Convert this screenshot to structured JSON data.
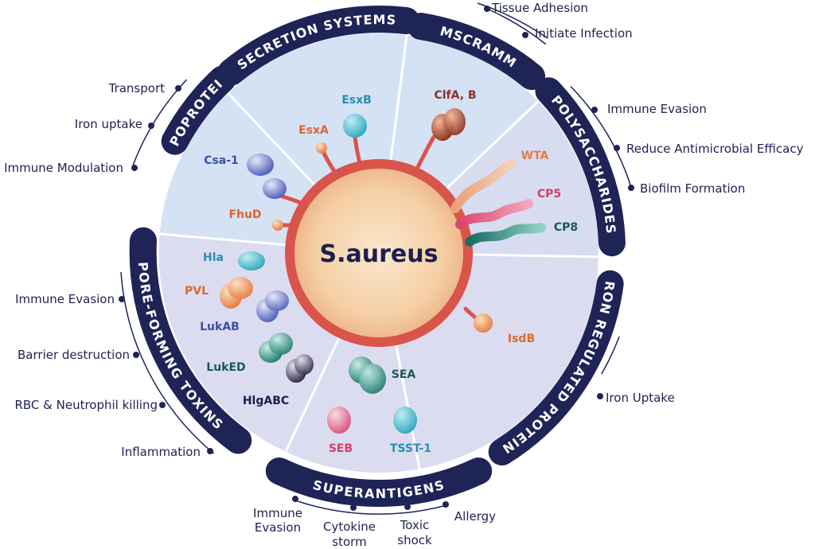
{
  "center": {
    "label": "S.aureus"
  },
  "colors": {
    "ring": "#1f2457",
    "membrane": "#d9544a",
    "cell_inner": "#f6d0a6",
    "blue_sector": "#d4e2f4",
    "purple_sector": "#dcdcf0"
  },
  "categories": {
    "secretion": {
      "label": "SECRETION SYSTEMS"
    },
    "mscramm": {
      "label": "MSCRAMM"
    },
    "polysaccharides": {
      "label": "POLYSACCHARIDES"
    },
    "iron": {
      "label": "IRON REGULATED PROTEINS"
    },
    "superantigens": {
      "label": "SUPERANTIGENS"
    },
    "pore": {
      "label": "PORE-FORMING TOXINS"
    },
    "lipoproteins": {
      "label": "LIPOPROTEINS"
    }
  },
  "factors": {
    "esxb": "EsxB",
    "esxa": "EsxA",
    "clfa": "ClfA, B",
    "wta": "WTA",
    "cp5": "CP5",
    "cp8": "CP8",
    "isdb": "IsdB",
    "sea": "SEA",
    "seb": "SEB",
    "tsst": "TSST-1",
    "hla": "Hla",
    "pvl": "PVL",
    "lukab": "LukAB",
    "luked": "LukED",
    "hlgabc": "HlgABC",
    "csa1": "Csa-1",
    "fhud": "FhuD"
  },
  "functions": {
    "tissue_adhesion": "Tissue Adhesion",
    "initiate_infection": "Initiate Infection",
    "poly_immune_evasion": "Immune Evasion",
    "reduce_antimicrobial": "Reduce Antimicrobial Efficacy",
    "biofilm_formation": "Biofilm Formation",
    "iron_uptake_iron": "Iron Uptake",
    "sa_immune": "Immune",
    "sa_evasion": "Evasion",
    "sa_cytokine": "Cytokine",
    "sa_storm": "storm",
    "sa_toxic": "Toxic",
    "sa_shock": "shock",
    "sa_allergy": "Allergy",
    "pft_immune_evasion": "Immune Evasion",
    "pft_barrier": "Barrier destruction",
    "pft_rbc": "RBC & Neutrophil killing",
    "pft_inflammation": "Inflammation",
    "lipo_transport": "Transport",
    "lipo_iron": "Iron uptake",
    "lipo_immune": "Immune Modulation"
  }
}
